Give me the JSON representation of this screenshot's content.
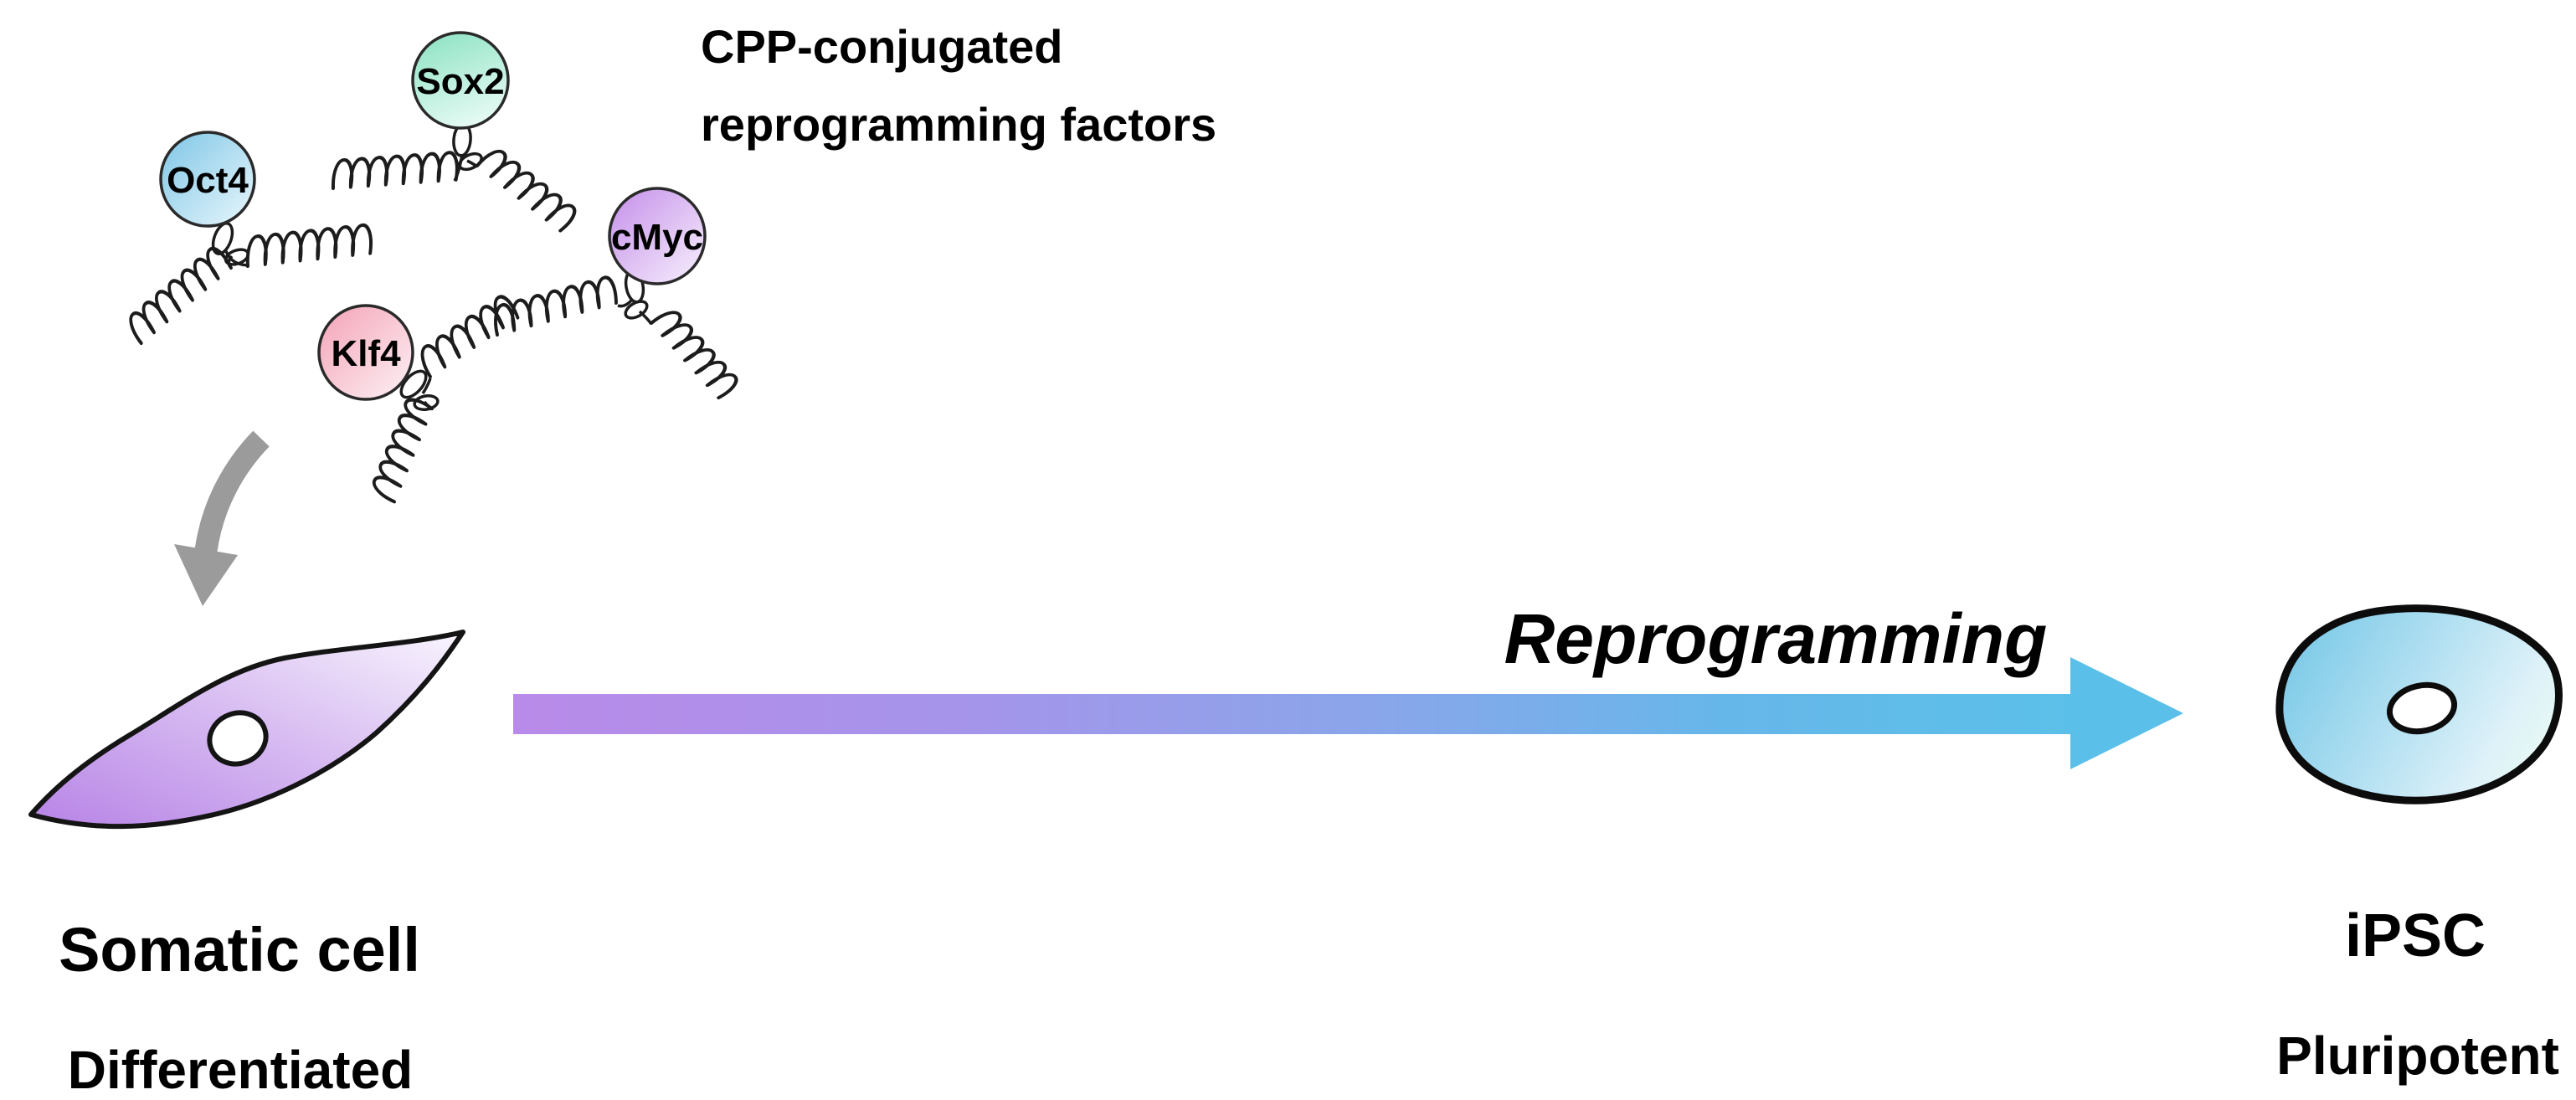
{
  "title": {
    "line1": "CPP-conjugated",
    "line2": "reprogramming factors"
  },
  "factors": [
    {
      "name": "Oct4",
      "color": "#86cbe7"
    },
    {
      "name": "Sox2",
      "color": "#8fe3c5"
    },
    {
      "name": "Klf4",
      "color": "#f4a7ba"
    },
    {
      "name": "cMyc",
      "color": "#c792e9"
    }
  ],
  "process_label": "Reprogramming",
  "somatic_cell": {
    "label": "Somatic cell",
    "state": "Differentiated",
    "cell_color": "#bb8ae7"
  },
  "ipsc_cell": {
    "label": "iPSC",
    "state": "Pluripotent",
    "cell_color": "#7ccae8"
  },
  "reprogramming_arrow": {
    "gradient_start": "#b98ae9",
    "gradient_end": "#5bc0e9"
  },
  "delivery_arrow": {
    "color": "#9b9b9b"
  }
}
